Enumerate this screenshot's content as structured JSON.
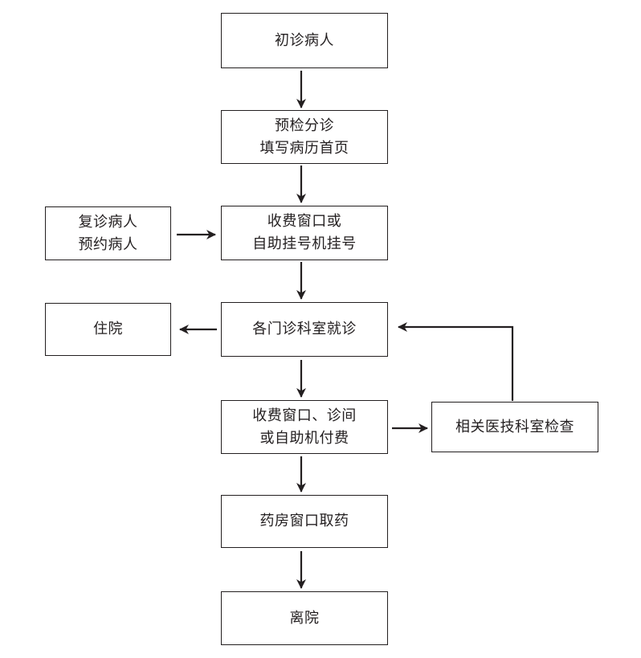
{
  "colors": {
    "line": "#231f20",
    "background": "#ffffff"
  },
  "nodes": {
    "first_visit": {
      "lines": [
        "初诊病人"
      ]
    },
    "triage": {
      "lines": [
        "预检分诊",
        "填写病历首页"
      ]
    },
    "return_visit": {
      "lines": [
        "复诊病人",
        "预约病人"
      ]
    },
    "registration": {
      "lines": [
        "收费窗口或",
        "自助挂号机挂号"
      ]
    },
    "hospitalization": {
      "lines": [
        "住院"
      ]
    },
    "consultation": {
      "lines": [
        "各门诊科室就诊"
      ]
    },
    "payment": {
      "lines": [
        "收费窗口、诊间",
        "或自助机付费"
      ]
    },
    "examination": {
      "lines": [
        "相关医技科室检查"
      ]
    },
    "pharmacy": {
      "lines": [
        "药房窗口取药"
      ]
    },
    "discharge": {
      "lines": [
        "离院"
      ]
    }
  },
  "edges": [
    {
      "from": "first_visit",
      "to": "triage"
    },
    {
      "from": "triage",
      "to": "registration"
    },
    {
      "from": "return_visit",
      "to": "registration"
    },
    {
      "from": "registration",
      "to": "consultation"
    },
    {
      "from": "consultation",
      "to": "hospitalization"
    },
    {
      "from": "consultation",
      "to": "payment"
    },
    {
      "from": "payment",
      "to": "examination"
    },
    {
      "from": "examination",
      "to": "consultation"
    },
    {
      "from": "payment",
      "to": "pharmacy"
    },
    {
      "from": "pharmacy",
      "to": "discharge"
    }
  ]
}
